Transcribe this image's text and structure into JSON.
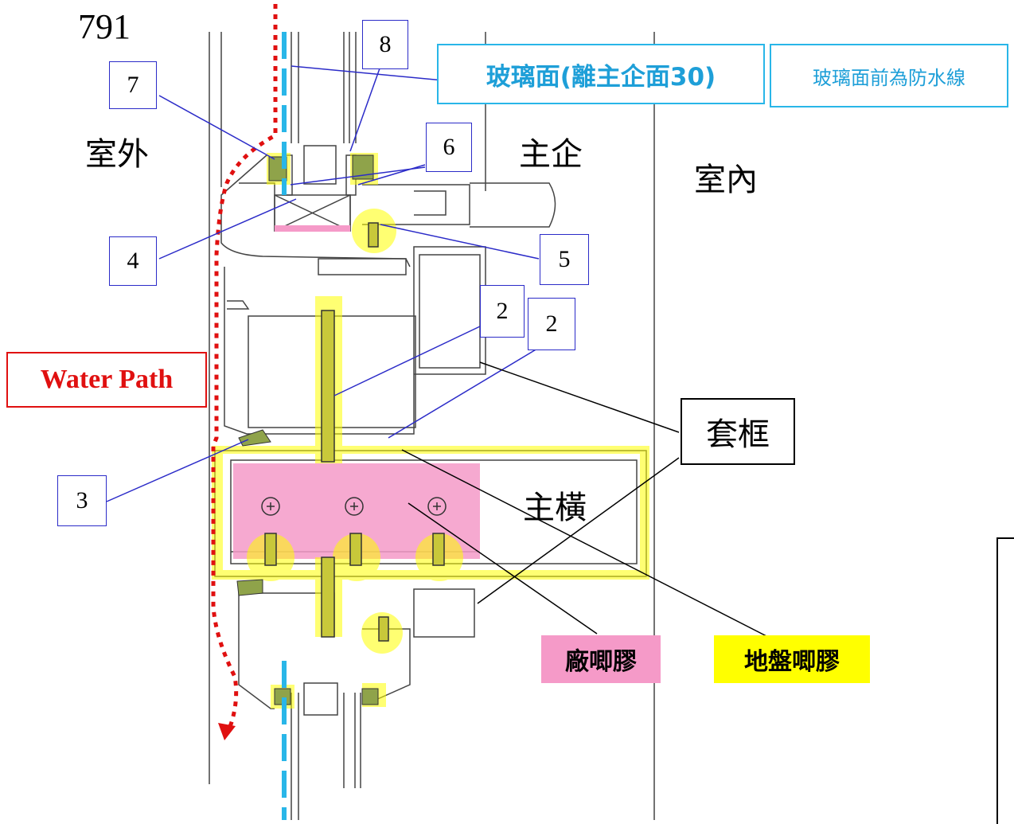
{
  "page_number": "791",
  "regions": {
    "outdoor": "室外",
    "main_mullion": "主企",
    "indoor": "室內",
    "main_transom": "主橫"
  },
  "callouts": {
    "glass_face": "玻璃面(離主企面30)",
    "waterproof_note": "玻璃面前為防水線",
    "water_path": "Water Path",
    "sub_frame": "套框"
  },
  "part_numbers": [
    "8",
    "7",
    "6",
    "4",
    "5",
    "2",
    "2",
    "3"
  ],
  "legend": {
    "factory_sealant": "廠唧膠",
    "site_sealant": "地盤唧膠"
  },
  "colors": {
    "water_path": "#e01010",
    "glass_line": "#29b6e8",
    "factory_sealant": "#f59ac8",
    "site_sealant": "#ffff00",
    "leader_line": "#2b2bc8"
  }
}
